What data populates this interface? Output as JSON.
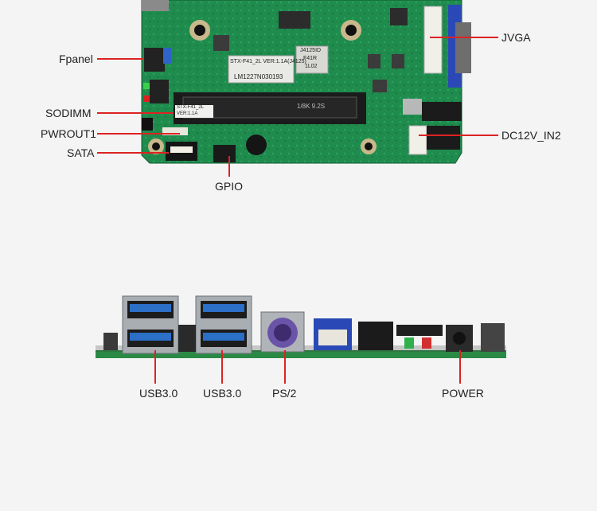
{
  "labels": {
    "fpanel": "Fpanel",
    "sodimm": "SODIMM",
    "pwrout1": "PWROUT1",
    "sata": "SATA",
    "gpio": "GPIO",
    "jvga": "JVGA",
    "dc12v_in2": "DC12V_IN2",
    "usb3_left": "USB3.0",
    "usb3_right": "USB3.0",
    "ps2": "PS/2",
    "power": "POWER"
  },
  "board_silkscreen": {
    "model": "STX-F41_2L VER:1.1A(J4125)",
    "serial": "LM1227N030193",
    "cpu_line1": "J4125ID",
    "cpu_line2": "F41R",
    "cpu_line3": "1L02",
    "sodimm_small": "STX-F41_2L",
    "sodimm_ver": "VER:1.1A",
    "sodimm_slot_text": "1/8K 9.2S"
  },
  "colors": {
    "pcb_green": "#1e8a4c",
    "callout_red": "#d22222",
    "usb_blue": "#2b6fc7",
    "ps2_purple": "#6a54a8"
  }
}
